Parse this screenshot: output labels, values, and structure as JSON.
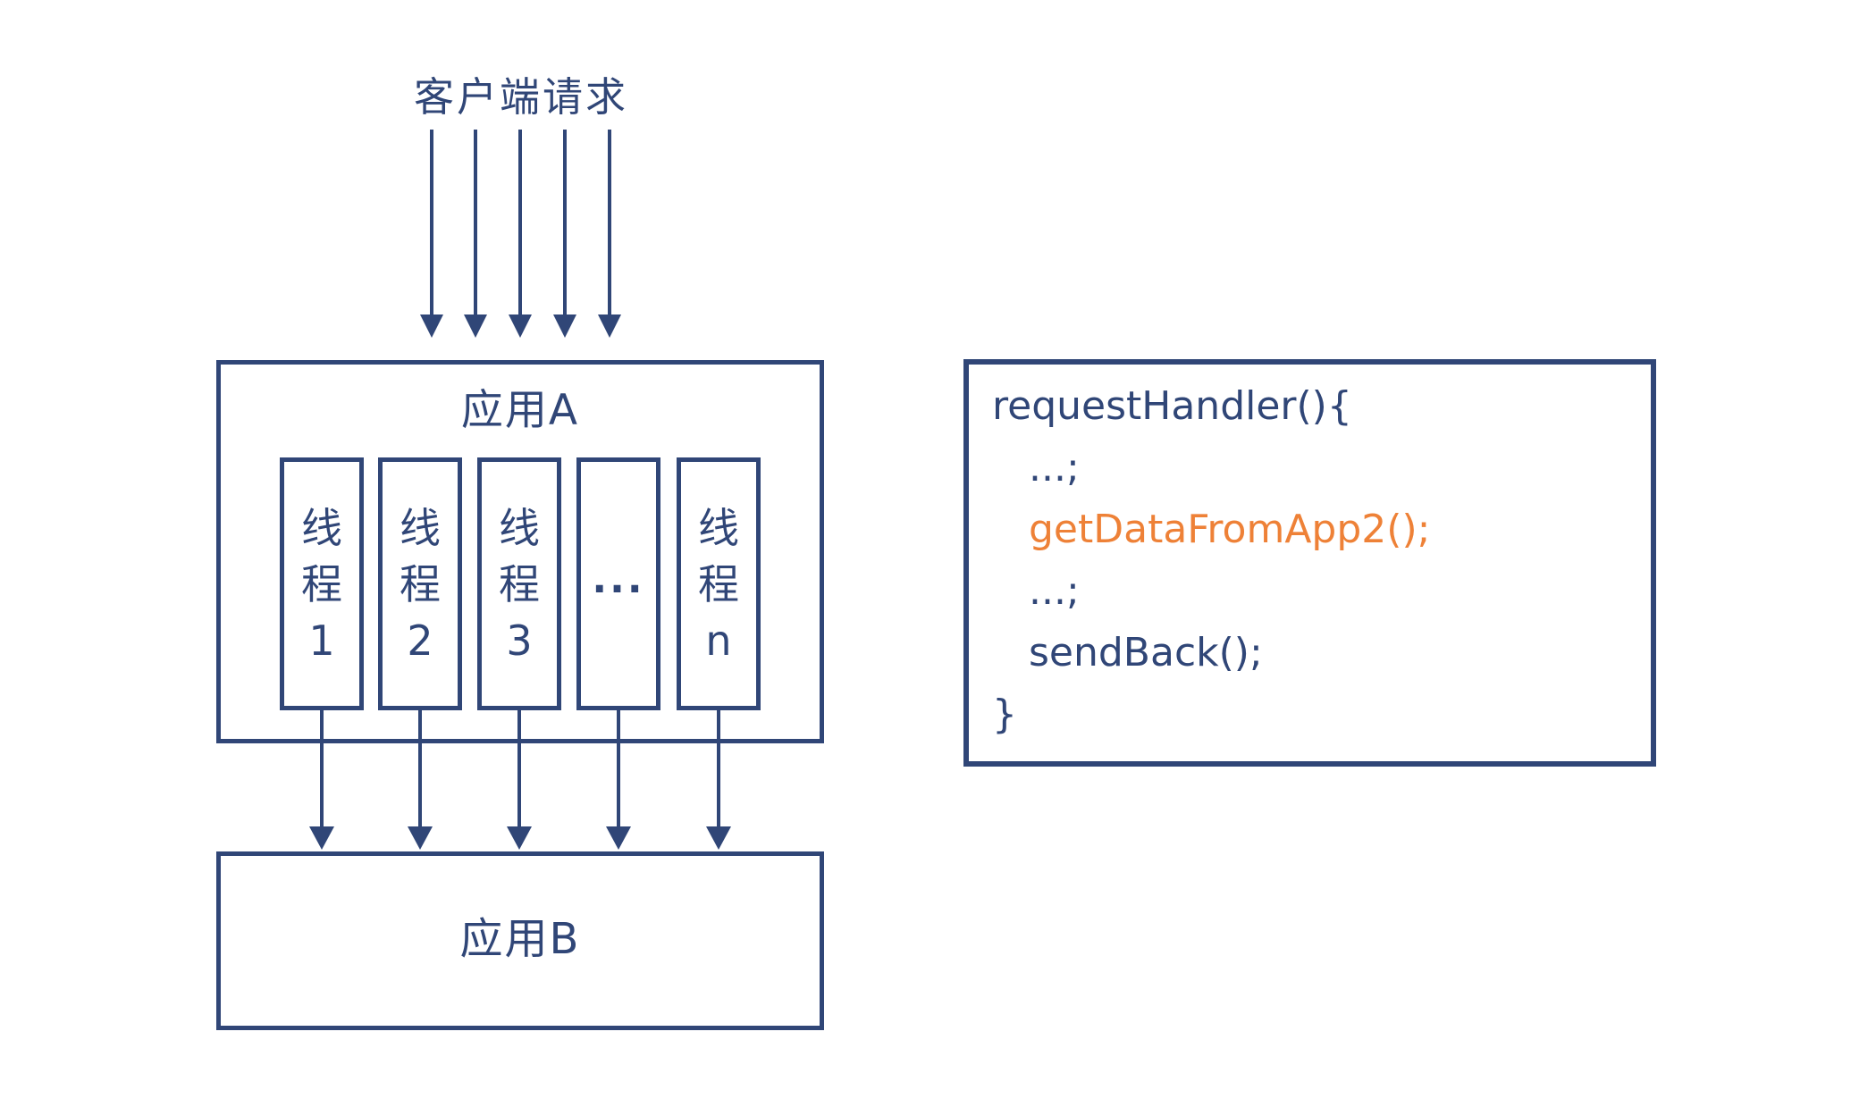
{
  "palette": {
    "ink": "#304677",
    "accent": "#EE8137",
    "background": "#FFFFFF"
  },
  "client_label": "客户端请求",
  "client_arrow_count": 5,
  "app_a": {
    "title": "应用A",
    "threads": [
      {
        "label": "线程1",
        "orientation": "vertical"
      },
      {
        "label": "线程2",
        "orientation": "vertical"
      },
      {
        "label": "线程3",
        "orientation": "vertical"
      },
      {
        "label": "...",
        "orientation": "horizontal"
      },
      {
        "label": "线程n",
        "orientation": "vertical"
      }
    ],
    "thread_arrow_count": 5
  },
  "app_b": {
    "title": "应用B"
  },
  "code_panel": {
    "lines": [
      {
        "text": "requestHandler(){",
        "indent": 0,
        "color": "ink"
      },
      {
        "text": "...;",
        "indent": 1,
        "color": "ink"
      },
      {
        "text": "getDataFromApp2();",
        "indent": 1,
        "color": "accent"
      },
      {
        "text": "...;",
        "indent": 1,
        "color": "ink"
      },
      {
        "text": "sendBack();",
        "indent": 1,
        "color": "ink"
      },
      {
        "text": "}",
        "indent": 0,
        "color": "ink"
      }
    ]
  }
}
